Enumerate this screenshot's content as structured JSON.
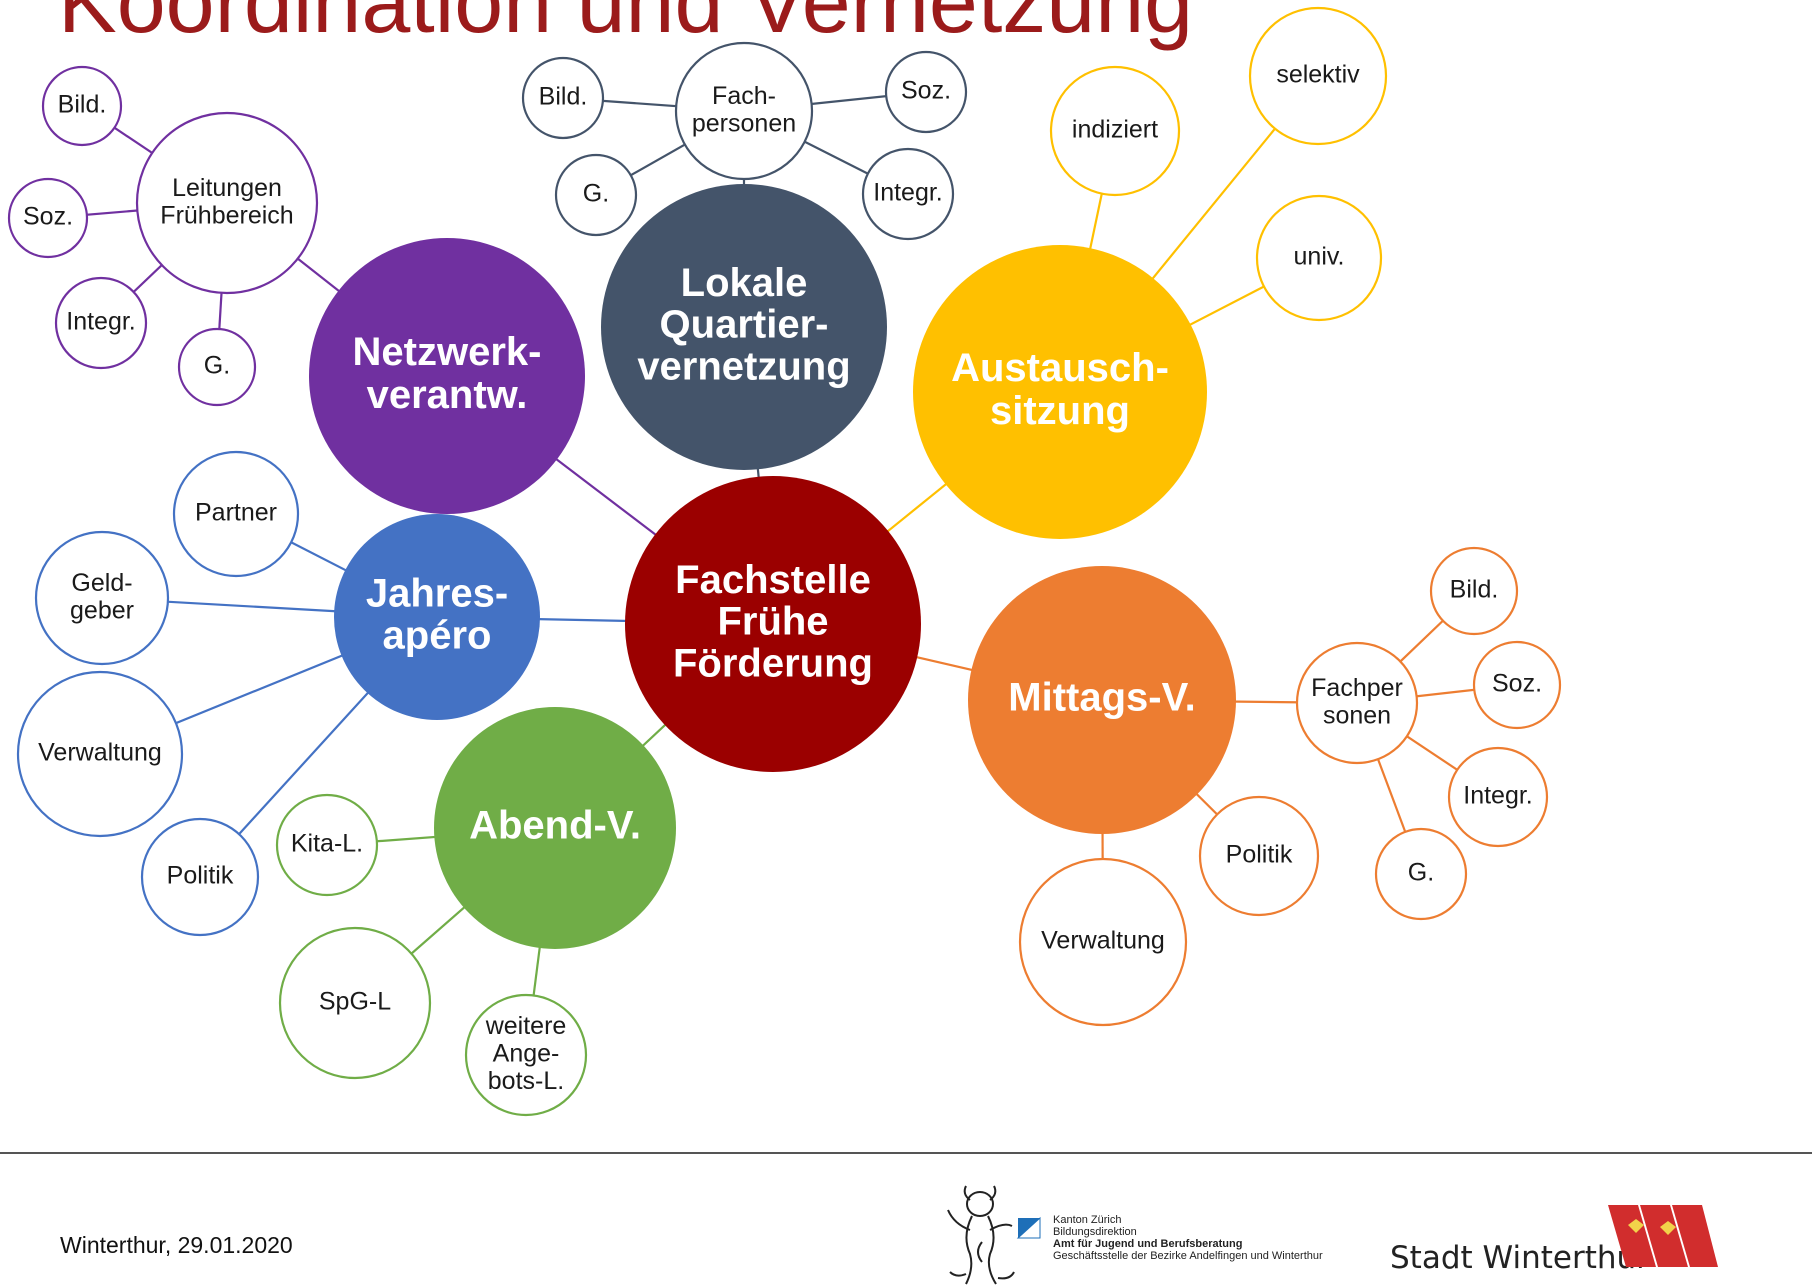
{
  "title": "Koordination und Vernetzung",
  "colors": {
    "title": "#9b1b1b",
    "purple": "#7030a0",
    "slate": "#44546a",
    "gold": "#ffc000",
    "red": "#9b0000",
    "blue": "#4472c4",
    "orange": "#ed7d31",
    "green": "#70ad47"
  },
  "center": {
    "lines": [
      "Fachstelle",
      "Frühe",
      "Förderung"
    ],
    "color": "red"
  },
  "hubs": [
    {
      "id": "netzwerk",
      "lines": [
        "Netzwerk-",
        "verantw."
      ],
      "color": "purple",
      "sub": {
        "lines": [
          "Leitungen",
          "Frühbereich"
        ],
        "leaves": [
          [
            "Bild."
          ],
          [
            "Soz."
          ],
          [
            "Integr."
          ],
          [
            "G."
          ]
        ]
      }
    },
    {
      "id": "lokale",
      "lines": [
        "Lokale",
        "Quartier-",
        "vernetzung"
      ],
      "color": "slate",
      "sub": {
        "lines": [
          "Fach-",
          "personen"
        ],
        "leaves": [
          [
            "Bild."
          ],
          [
            "G."
          ],
          [
            "Soz."
          ],
          [
            "Integr."
          ]
        ]
      }
    },
    {
      "id": "austausch",
      "lines": [
        "Austausch-",
        "sitzung"
      ],
      "color": "gold",
      "leaves": [
        [
          "indiziert"
        ],
        [
          "selektiv"
        ],
        [
          "univ."
        ]
      ]
    },
    {
      "id": "jahres",
      "lines": [
        "Jahres-",
        "apéro"
      ],
      "color": "blue",
      "leaves": [
        [
          "Partner"
        ],
        [
          "Geld-",
          "geber"
        ],
        [
          "Verwaltung"
        ],
        [
          "Politik"
        ]
      ]
    },
    {
      "id": "abend",
      "lines": [
        "Abend-V."
      ],
      "color": "green",
      "leaves": [
        [
          "Kita-L."
        ],
        [
          "SpG-L"
        ],
        [
          "weitere",
          "Ange-",
          "bots-L."
        ]
      ]
    },
    {
      "id": "mittag",
      "lines": [
        "Mittags-V."
      ],
      "color": "orange",
      "sub": {
        "lines": [
          "Fachper",
          "sonen"
        ],
        "leaves": [
          [
            "Bild."
          ],
          [
            "Soz."
          ],
          [
            "Integr."
          ],
          [
            "G."
          ]
        ]
      },
      "leaves": [
        [
          "Politik"
        ],
        [
          "Verwaltung"
        ]
      ]
    }
  ],
  "footer": {
    "date": "Winterthur, 29.01.2020",
    "kanton": [
      "Kanton Zürich",
      "Bildungsdirektion",
      "Amt für Jugend und Berufsberatung",
      "Geschäftsstelle der Bezirke Andelfingen und Winterthur"
    ],
    "city": "Stadt Winterthur"
  }
}
